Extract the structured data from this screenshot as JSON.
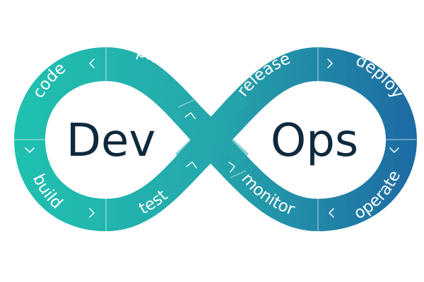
{
  "logo": {
    "left_word": "Dev",
    "right_word": "Ops"
  },
  "stages": {
    "code": "code",
    "plan": "plan",
    "build": "build",
    "test": "test",
    "release": "release",
    "deploy": "deploy",
    "monitor": "monitor",
    "operate": "operate"
  },
  "colors": {
    "teal": "#1fc1b0",
    "mid": "#2aa9a9",
    "blue": "#1d6aa3",
    "dark_text": "#0f2a3d",
    "background": "#ffffff"
  },
  "icons": [
    "chevron-left-icon",
    "chevron-right-icon",
    "chevron-down-icon"
  ]
}
